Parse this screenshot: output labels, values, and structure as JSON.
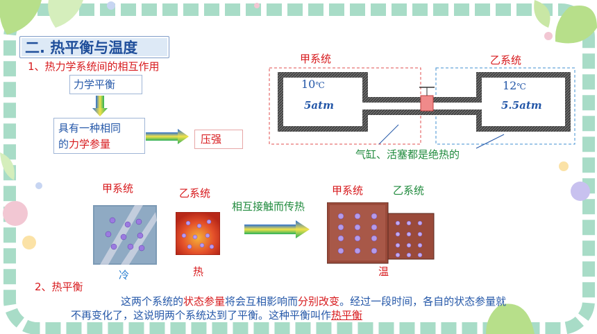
{
  "title": "二. 热平衡与温度",
  "section1": "1、热力学系统间的相互作用",
  "mech_eq": "力学平衡",
  "common_state_line1": "具有一种相同",
  "common_state_line2_pre": "的",
  "common_state_line2_red": "力学参量",
  "pressure": "压强",
  "sysA_top": "甲系统",
  "sysB_top": "乙系统",
  "sysA_temp_num": "10",
  "sysA_temp_unit": "℃",
  "sysB_temp_num": "12",
  "sysB_temp_unit": "℃",
  "sysA_pressure": "5atm",
  "sysB_pressure": "5.5atm",
  "insulation_note": "气缸、活塞都是绝热的",
  "sysA_mid": "甲系统",
  "sysB_mid": "乙系统",
  "contact_label": "相互接触而传热",
  "sysA_right": "甲系统",
  "sysB_right": "乙系统",
  "cold": "冷",
  "hot": "热",
  "warm": "温",
  "section2": "2、热平衡",
  "para_line1_a": "这两个系统的",
  "para_line1_b": "状态参量",
  "para_line1_c": "将会互相影响而",
  "para_line1_d": "分别改变",
  "para_line1_e": "。经过一段时间，各自的状态参量就",
  "para_line2_a": "不再变化了，这说明两个系统达到了平衡。这种平衡叫作",
  "para_line2_b": "热平衡",
  "colors": {
    "title_blue": "#1f4e9a",
    "red": "#d7191c",
    "green": "#1f8a3c",
    "text_blue": "#2457a8",
    "frame_green": "#a8dcc7"
  }
}
